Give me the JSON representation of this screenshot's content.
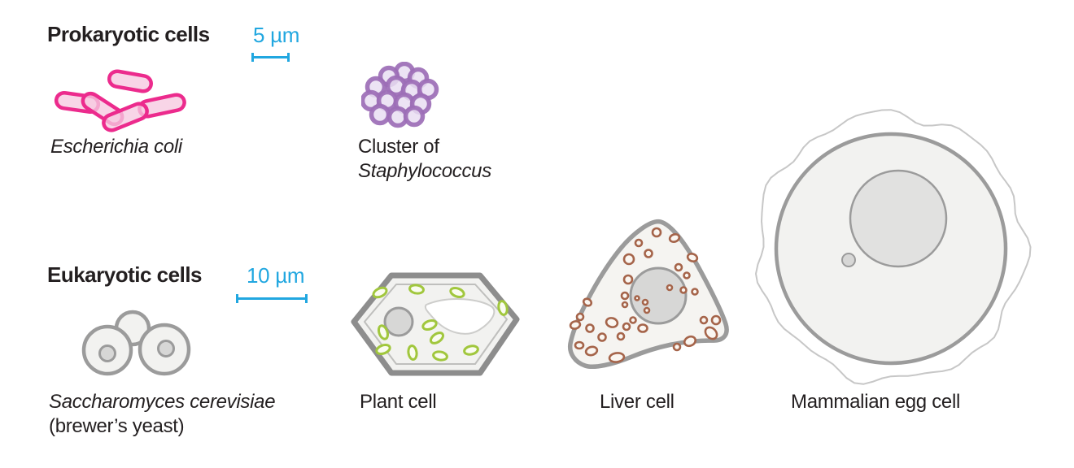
{
  "colors": {
    "text": "#231f20",
    "accent-cyan": "#21a7e0",
    "pink-stroke": "#ec2b8d",
    "pink-fill": "#f6c9e0",
    "purple-stroke": "#9c6eb6",
    "purple-fill": "#e9def2",
    "gray-stroke": "#9b9b9b",
    "wall-stroke": "#8d8d8d",
    "cell-fill": "#f2f2f0",
    "liver-fill": "#f5f4f1",
    "nucleus-fill": "#d7d7d6",
    "egg-nucleus-fill": "#e1e1e0",
    "green-stroke": "#a1c73d",
    "green-fill": "#fafcf0",
    "brown-stroke": "#a5644a",
    "brown-fill": "#faf6f1",
    "membrane-stroke": "#c7c7c7",
    "vacuole-fill": "#ffffff"
  },
  "prokaryotic": {
    "heading": "Prokaryotic cells",
    "scale_label": "5 µm",
    "organisms": [
      {
        "name": "Escherichia coli"
      },
      {
        "line1": "Cluster of",
        "line2": "Staphylococcus"
      }
    ]
  },
  "eukaryotic": {
    "heading": "Eukaryotic cells",
    "scale_label": "10 µm",
    "organisms": [
      {
        "line1": "Saccharomyces cerevisiae",
        "line2": "(brewer’s yeast)"
      },
      {
        "name": "Plant cell"
      },
      {
        "name": "Liver cell"
      },
      {
        "name": "Mammalian egg cell"
      }
    ]
  }
}
